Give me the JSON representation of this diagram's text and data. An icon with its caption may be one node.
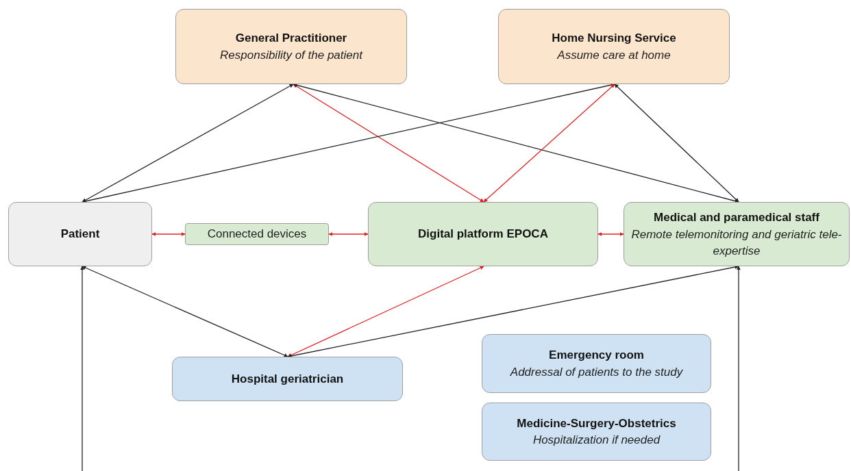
{
  "diagram": {
    "nodes": [
      {
        "text": [
          "General Practitioner",
          "Responsibility of the patient"
        ]
      },
      {
        "text": [
          "Home Nursing Service",
          "Assume care at home"
        ]
      },
      {
        "text": [
          "Patient"
        ]
      },
      {
        "text": [
          "Connected devices"
        ]
      },
      {
        "text": [
          "Digital platform EPOCA"
        ]
      },
      {
        "text": [
          "Medical and paramedical staff",
          "Remote telemonitoring and geriatric tele-expertise"
        ]
      },
      {
        "text": [
          "Hospital geriatrician"
        ]
      },
      {
        "text": [
          "Emergency room",
          "Addressal of patients to the study"
        ]
      },
      {
        "text": [
          "Medicine-Surgery-Obstetrics",
          "Hospitalization if needed"
        ]
      }
    ],
    "edges": [
      {
        "from": 0,
        "to": 2,
        "arrow": "both"
      },
      {
        "from": 0,
        "to": 4,
        "arrow": "both",
        "color": "#e02020"
      },
      {
        "from": 0,
        "to": 5,
        "arrow": "both"
      },
      {
        "from": 1,
        "to": 2,
        "arrow": "both"
      },
      {
        "from": 1,
        "to": 4,
        "arrow": "both",
        "color": "#e02020"
      },
      {
        "from": 1,
        "to": 5,
        "arrow": "both"
      },
      {
        "from": 2,
        "to": 3,
        "arrow": "both",
        "color": "#e02020"
      },
      {
        "from": 3,
        "to": 4,
        "arrow": "both",
        "color": "#e02020"
      },
      {
        "from": 4,
        "to": 5,
        "arrow": "both",
        "color": "#e02020"
      },
      {
        "from": 2,
        "to": 6,
        "arrow": "both"
      },
      {
        "from": 4,
        "to": 6,
        "arrow": "both",
        "color": "#e02020"
      },
      {
        "from": 5,
        "to": 6,
        "arrow": "both"
      },
      {
        "from": null,
        "to": 2,
        "arrow": "to"
      },
      {
        "from": null,
        "to": 5,
        "arrow": "to"
      }
    ]
  }
}
